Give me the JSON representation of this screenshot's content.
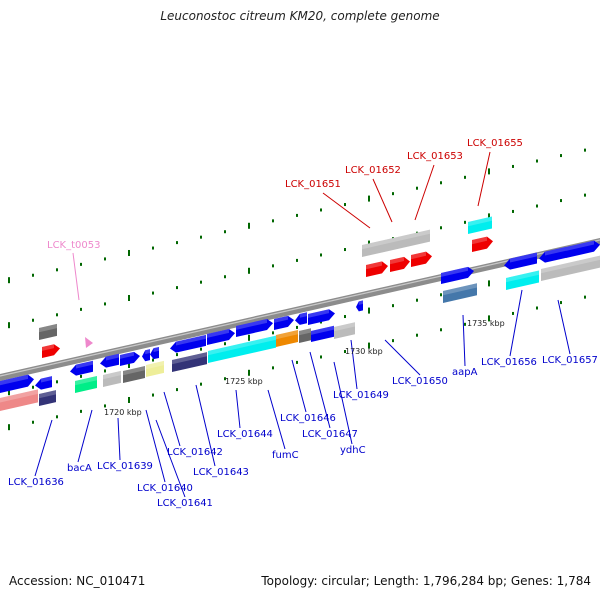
{
  "title": "Leuconostoc citreum KM20, complete genome",
  "footer": {
    "accession": "Accession: NC_010471",
    "topology": "Topology: circular; Length: 1,796,284 bp; Genes: 1,784"
  },
  "colors": {
    "forward": "#0000ee",
    "label_blue": "#0000cc",
    "label_red": "#cc0000",
    "label_pink": "#ee88cc",
    "rna": "#ee0000",
    "cyan": "#00eeee",
    "grey": "#bbbbbb",
    "dark_grey": "#666666",
    "navy": "#333377",
    "orange": "#ee8800",
    "pink_gene": "#ee8888",
    "green": "#00ee88",
    "yellow": "#eeee99",
    "steel": "#4477aa",
    "tick": "#006600"
  },
  "kbp_labels": [
    "1720 kbp",
    "1725 kbp",
    "1730 kbp",
    "1735 kbp"
  ],
  "genes": [
    {
      "label": "LCK_01636",
      "color": "label_blue"
    },
    {
      "label": "bacA",
      "color": "label_blue"
    },
    {
      "label": "LCK_01639",
      "color": "label_blue"
    },
    {
      "label": "LCK_01640",
      "color": "label_blue"
    },
    {
      "label": "LCK_01641",
      "color": "label_blue"
    },
    {
      "label": "LCK_01642",
      "color": "label_blue"
    },
    {
      "label": "LCK_01643",
      "color": "label_blue"
    },
    {
      "label": "LCK_01644",
      "color": "label_blue"
    },
    {
      "label": "fumC",
      "color": "label_blue"
    },
    {
      "label": "LCK_01646",
      "color": "label_blue"
    },
    {
      "label": "LCK_01647",
      "color": "label_blue"
    },
    {
      "label": "ydhC",
      "color": "label_blue"
    },
    {
      "label": "LCK_01649",
      "color": "label_blue"
    },
    {
      "label": "LCK_01650",
      "color": "label_blue"
    },
    {
      "label": "aapA",
      "color": "label_blue"
    },
    {
      "label": "LCK_01656",
      "color": "label_blue"
    },
    {
      "label": "LCK_01657",
      "color": "label_blue"
    },
    {
      "label": "LCK_01651",
      "color": "label_red"
    },
    {
      "label": "LCK_01652",
      "color": "label_red"
    },
    {
      "label": "LCK_01653",
      "color": "label_red"
    },
    {
      "label": "LCK_01655",
      "color": "label_red"
    },
    {
      "label": "LCK_t0053",
      "color": "label_pink"
    }
  ]
}
